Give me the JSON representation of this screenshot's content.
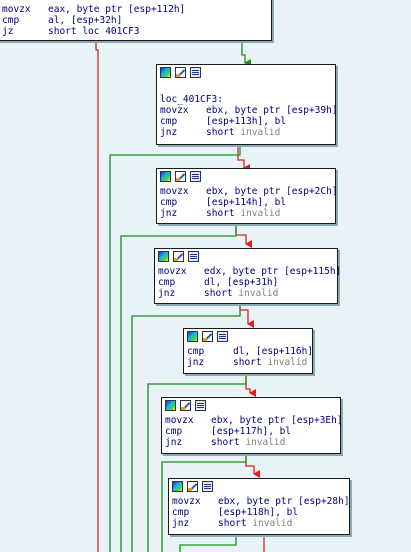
{
  "colors": {
    "background": "#e8f3f7",
    "edge_true": "#1a8f1a",
    "edge_false": "#e02020",
    "edge_uncond": "#e02020",
    "text": "#000080",
    "muted": "#808080"
  },
  "icons": [
    "graph-view-icon",
    "edit-icon",
    "rename-icon"
  ],
  "nodes": [
    {
      "lines": [
        {
          "op": "movzx",
          "args": "eax, byte ptr [esp+112h]"
        },
        {
          "op": "cmp",
          "args": "al, [esp+32h]"
        },
        {
          "op": "jz",
          "args": "short loc 401CF3"
        }
      ]
    },
    {
      "label": "loc_401CF3:",
      "lines": [
        {
          "op": "movzx",
          "args": "ebx, byte ptr [esp+39h]"
        },
        {
          "op": "cmp",
          "args": "[esp+113h], bl"
        },
        {
          "op": "jnz",
          "args": "short ",
          "suffix": "invalid"
        }
      ]
    },
    {
      "lines": [
        {
          "op": "movzx",
          "args": "ebx, byte ptr [esp+2Ch]"
        },
        {
          "op": "cmp",
          "args": "[esp+114h], bl"
        },
        {
          "op": "jnz",
          "args": "short ",
          "suffix": "invalid"
        }
      ]
    },
    {
      "lines": [
        {
          "op": "movzx",
          "args": "edx, byte ptr [esp+115h]"
        },
        {
          "op": "cmp",
          "args": "dl, [esp+31h]"
        },
        {
          "op": "jnz",
          "args": "short ",
          "suffix": "invalid"
        }
      ]
    },
    {
      "lines": [
        {
          "op": "cmp",
          "args": "dl, [esp+116h]"
        },
        {
          "op": "jnz",
          "args": "short ",
          "suffix": "invalid"
        }
      ]
    },
    {
      "lines": [
        {
          "op": "movzx",
          "args": "ebx, byte ptr [esp+3Eh]"
        },
        {
          "op": "cmp",
          "args": "[esp+117h], bl"
        },
        {
          "op": "jnz",
          "args": "short ",
          "suffix": "invalid"
        }
      ]
    },
    {
      "lines": [
        {
          "op": "movzx",
          "args": "ebx, byte ptr [esp+28h]"
        },
        {
          "op": "cmp",
          "args": "[esp+118h], bl"
        },
        {
          "op": "jnz",
          "args": "short ",
          "suffix": "invalid"
        }
      ]
    }
  ]
}
